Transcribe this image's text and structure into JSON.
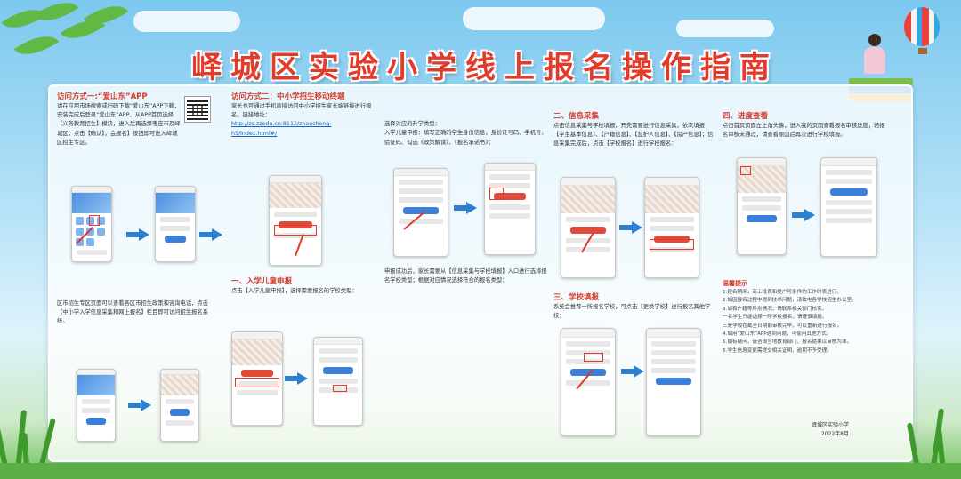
{
  "title": "峄城区实验小学线上报名操作指南",
  "method1": {
    "heading": "访问方式一:“爱山东”APP",
    "body": "请在应用市场搜索或扫码下载“爱山东”APP下载，安装完成后登录“爱山东”APP，从APP首页选择【义务教育招生】模块，进入后再选择枣庄市及峄城区，点击【确认】，会报名】按钮即可进入峄城区招生专区。"
  },
  "method2": {
    "heading": "访问方式二：中小学招生移动终端",
    "body": "家长也可通过手机直接访问中小学招生家长端链接进行报名。链接地址：",
    "link": "http://zs.zzedu.cn:8112/zhaosheng-h5/index.html#/"
  },
  "area_note": "区市招生专区页面可以查看各区市招生政策和咨询电话，点击【中小学入学信息采集和网上报名】栏目即可访问招生报名系统。",
  "step_entry": {
    "heading": "一、入学儿童申报",
    "body": "点击【入学儿童申报】，选择需要报名的学校类型："
  },
  "step_type": {
    "body": "选择对应的升学类型：\n入学儿童申报：填写正确的学生身份信息，身份证号码、手机号、验证码、勾选《政策解读》、《报名承诺书》；"
  },
  "step_after": {
    "body": "申报成功后，家长需要从【信息采集与学校填报】入口进行选择报名学校类型；根据对应情况选择符合的报名类型："
  },
  "step_collect": {
    "heading": "二、信息采集",
    "body": "点击信息采集与学校填报，开先需要进行信息采集，依次填报【学生基本信息】、【户籍信息】、【监护人信息】、【房产信息】；信息采集完成后，点击【学校报名】进行学校报名："
  },
  "step_school": {
    "heading": "三、学校填报",
    "body": "系统会推荐一所报名学校，可点击【更换学校】进行报名其他学校："
  },
  "step_progress": {
    "heading": "四、进度查看",
    "body": "点击首页页面左上角头像，进入我的页面查看报名审核进度；若报名审核未通过，请查看原因后再次进行学校填报。"
  },
  "tips": {
    "heading": "温馨提示",
    "lines": [
      "1.报名期间，商上投表和提户可条件的工作时表进行。",
      "2.如因报名过程中遇到技术问题，请致电各学校招生办公室。",
      "3.如有户籍等异常情况，请联系相关部门核实。",
      "一名学生只能选择一所学校报名，请谨慎填报。",
      "三是学校在截至日期前审核完毕，可以重新进行报名。",
      "4.如用“爱山东”APP遇到问题，可使用其他方式。",
      "5.如有疑问，请咨询当地教育部门，报名结果以审核为准。",
      "6.学生信息变更需提交相关证明，逾期不予受理。"
    ]
  },
  "signature": {
    "org": "峄城区实验小学",
    "date": "2022年8月"
  }
}
